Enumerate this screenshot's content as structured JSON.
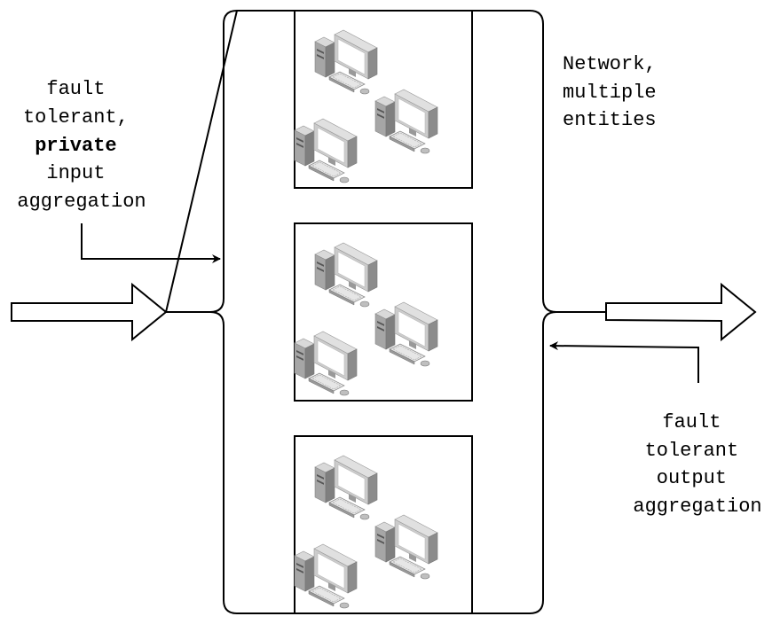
{
  "input_label": {
    "lines": [
      {
        "text": "fault",
        "bold": false
      },
      {
        "text": "tolerant,",
        "bold": false
      },
      {
        "text": "private",
        "bold": true
      },
      {
        "text": "input",
        "bold": false
      },
      {
        "text": "aggregation",
        "bold": false
      }
    ]
  },
  "network_label": {
    "lines": [
      "Network,",
      "multiple",
      "entities"
    ]
  },
  "output_label": {
    "lines": [
      "fault",
      "tolerant",
      "output",
      "aggregation"
    ]
  },
  "entities": [
    {
      "computers": 3,
      "icon": "desktop-computer-icon"
    },
    {
      "computers": 3,
      "icon": "desktop-computer-icon"
    },
    {
      "computers": 3,
      "icon": "desktop-computer-icon"
    }
  ],
  "colors": {
    "stroke": "#000000",
    "computer_light": "#e6e6e6",
    "computer_mid": "#b3b3b3",
    "computer_dark": "#8c8c8c",
    "screen": "#ffffff"
  }
}
